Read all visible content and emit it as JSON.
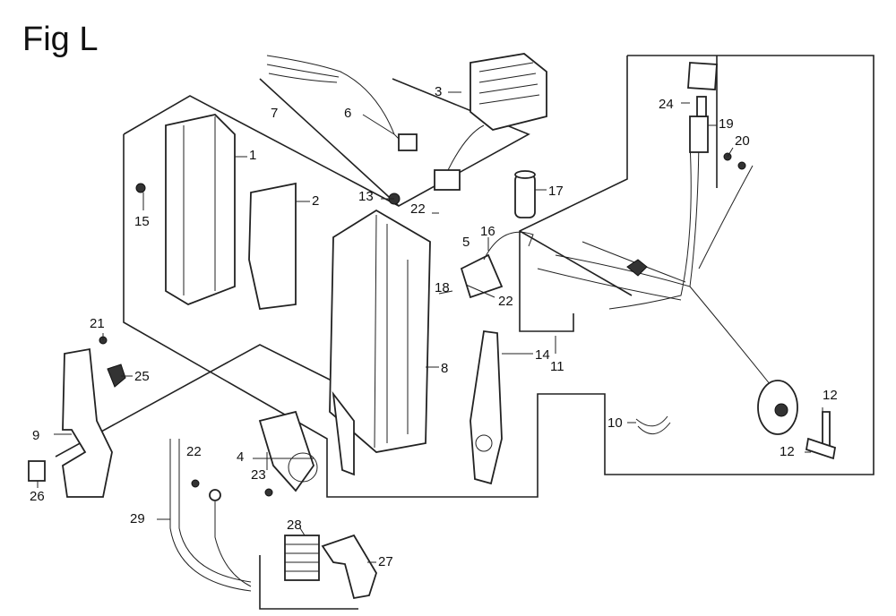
{
  "figure": {
    "title": "Fig L",
    "labels": [
      "1",
      "2",
      "3",
      "4",
      "5",
      "6",
      "7",
      "8",
      "9",
      "10",
      "11",
      "12",
      "12",
      "13",
      "14",
      "15",
      "16",
      "17",
      "18",
      "19",
      "20",
      "21",
      "22",
      "22",
      "22",
      "23",
      "24",
      "25",
      "26",
      "27",
      "28",
      "29"
    ]
  }
}
